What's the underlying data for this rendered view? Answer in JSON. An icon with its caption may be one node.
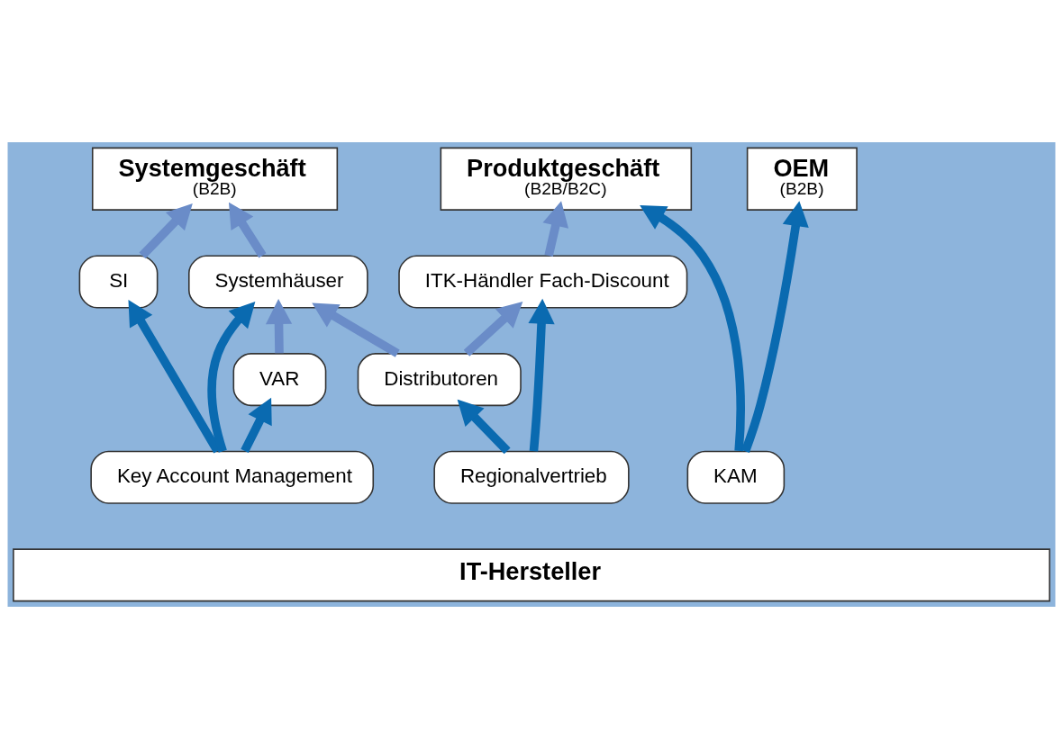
{
  "diagram": {
    "nodes": [
      {
        "text": [
          "Systemgeschäft",
          "(B2B)"
        ]
      },
      {
        "text": [
          "Produktgeschäft",
          "(B2B/B2C)"
        ]
      },
      {
        "text": [
          "OEM",
          "(B2B)"
        ]
      },
      {
        "text": [
          "SI"
        ]
      },
      {
        "text": [
          "Systemhäuser"
        ]
      },
      {
        "text": [
          "ITK-Händler Fach-Discount"
        ]
      },
      {
        "text": [
          "VAR"
        ]
      },
      {
        "text": [
          "Distributoren"
        ]
      },
      {
        "text": [
          "Key Account Management"
        ]
      },
      {
        "text": [
          "Regionalvertrieb"
        ]
      },
      {
        "text": [
          "KAM"
        ]
      },
      {
        "text": [
          "IT-Hersteller"
        ]
      }
    ],
    "edges": [
      {
        "from": 3,
        "to": 0,
        "arrow": "to",
        "color": "#6a8cc8"
      },
      {
        "from": 4,
        "to": 0,
        "arrow": "to",
        "color": "#6a8cc8"
      },
      {
        "from": 5,
        "to": 1,
        "arrow": "to",
        "color": "#6a8cc8"
      },
      {
        "from": 10,
        "to": 1,
        "arrow": "to"
      },
      {
        "from": 10,
        "to": 2,
        "arrow": "to"
      },
      {
        "from": 8,
        "to": 3,
        "arrow": "to"
      },
      {
        "from": 8,
        "to": 4,
        "arrow": "to"
      },
      {
        "from": 6,
        "to": 4,
        "arrow": "to",
        "color": "#6a8cc8"
      },
      {
        "from": 7,
        "to": 4,
        "arrow": "to",
        "color": "#6a8cc8"
      },
      {
        "from": 7,
        "to": 5,
        "arrow": "to",
        "color": "#6a8cc8"
      },
      {
        "from": 9,
        "to": 5,
        "arrow": "to"
      },
      {
        "from": 8,
        "to": 6,
        "arrow": "to"
      },
      {
        "from": 9,
        "to": 7,
        "arrow": "to"
      }
    ]
  }
}
